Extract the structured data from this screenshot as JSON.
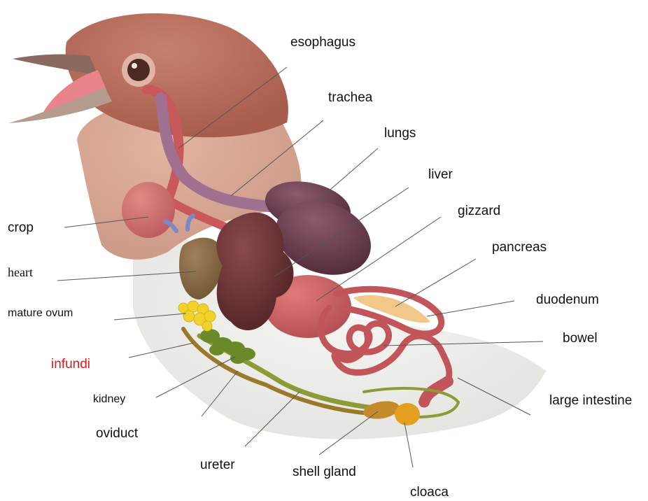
{
  "labels": {
    "esophagus": "esophagus",
    "trachea": "trachea",
    "lungs": "lungs",
    "liver": "liver",
    "gizzard": "gizzard",
    "pancreas": "pancreas",
    "duodenum": "duodenum",
    "bowel": "bowel",
    "large_intestine": "large intestine",
    "cloaca": "cloaca",
    "shell_gland": "shell gland",
    "ureter": "ureter",
    "oviduct": "oviduct",
    "kidney": "kidney",
    "infundi": "infundi",
    "mature_ovum": "mature ovum",
    "heart": "heart",
    "crop": "crop"
  },
  "colors": {
    "highlight_label": "#e31b1b",
    "leader_line": "#555555",
    "skin": "#c98572",
    "liver": "#6e3236",
    "lungs": "#6b3a4d",
    "intestine": "#c2555a",
    "ovum": "#f0d22a",
    "oviduct": "#8e9a35",
    "shell_gland": "#c58a2a",
    "cloaca": "#e2a01e"
  }
}
